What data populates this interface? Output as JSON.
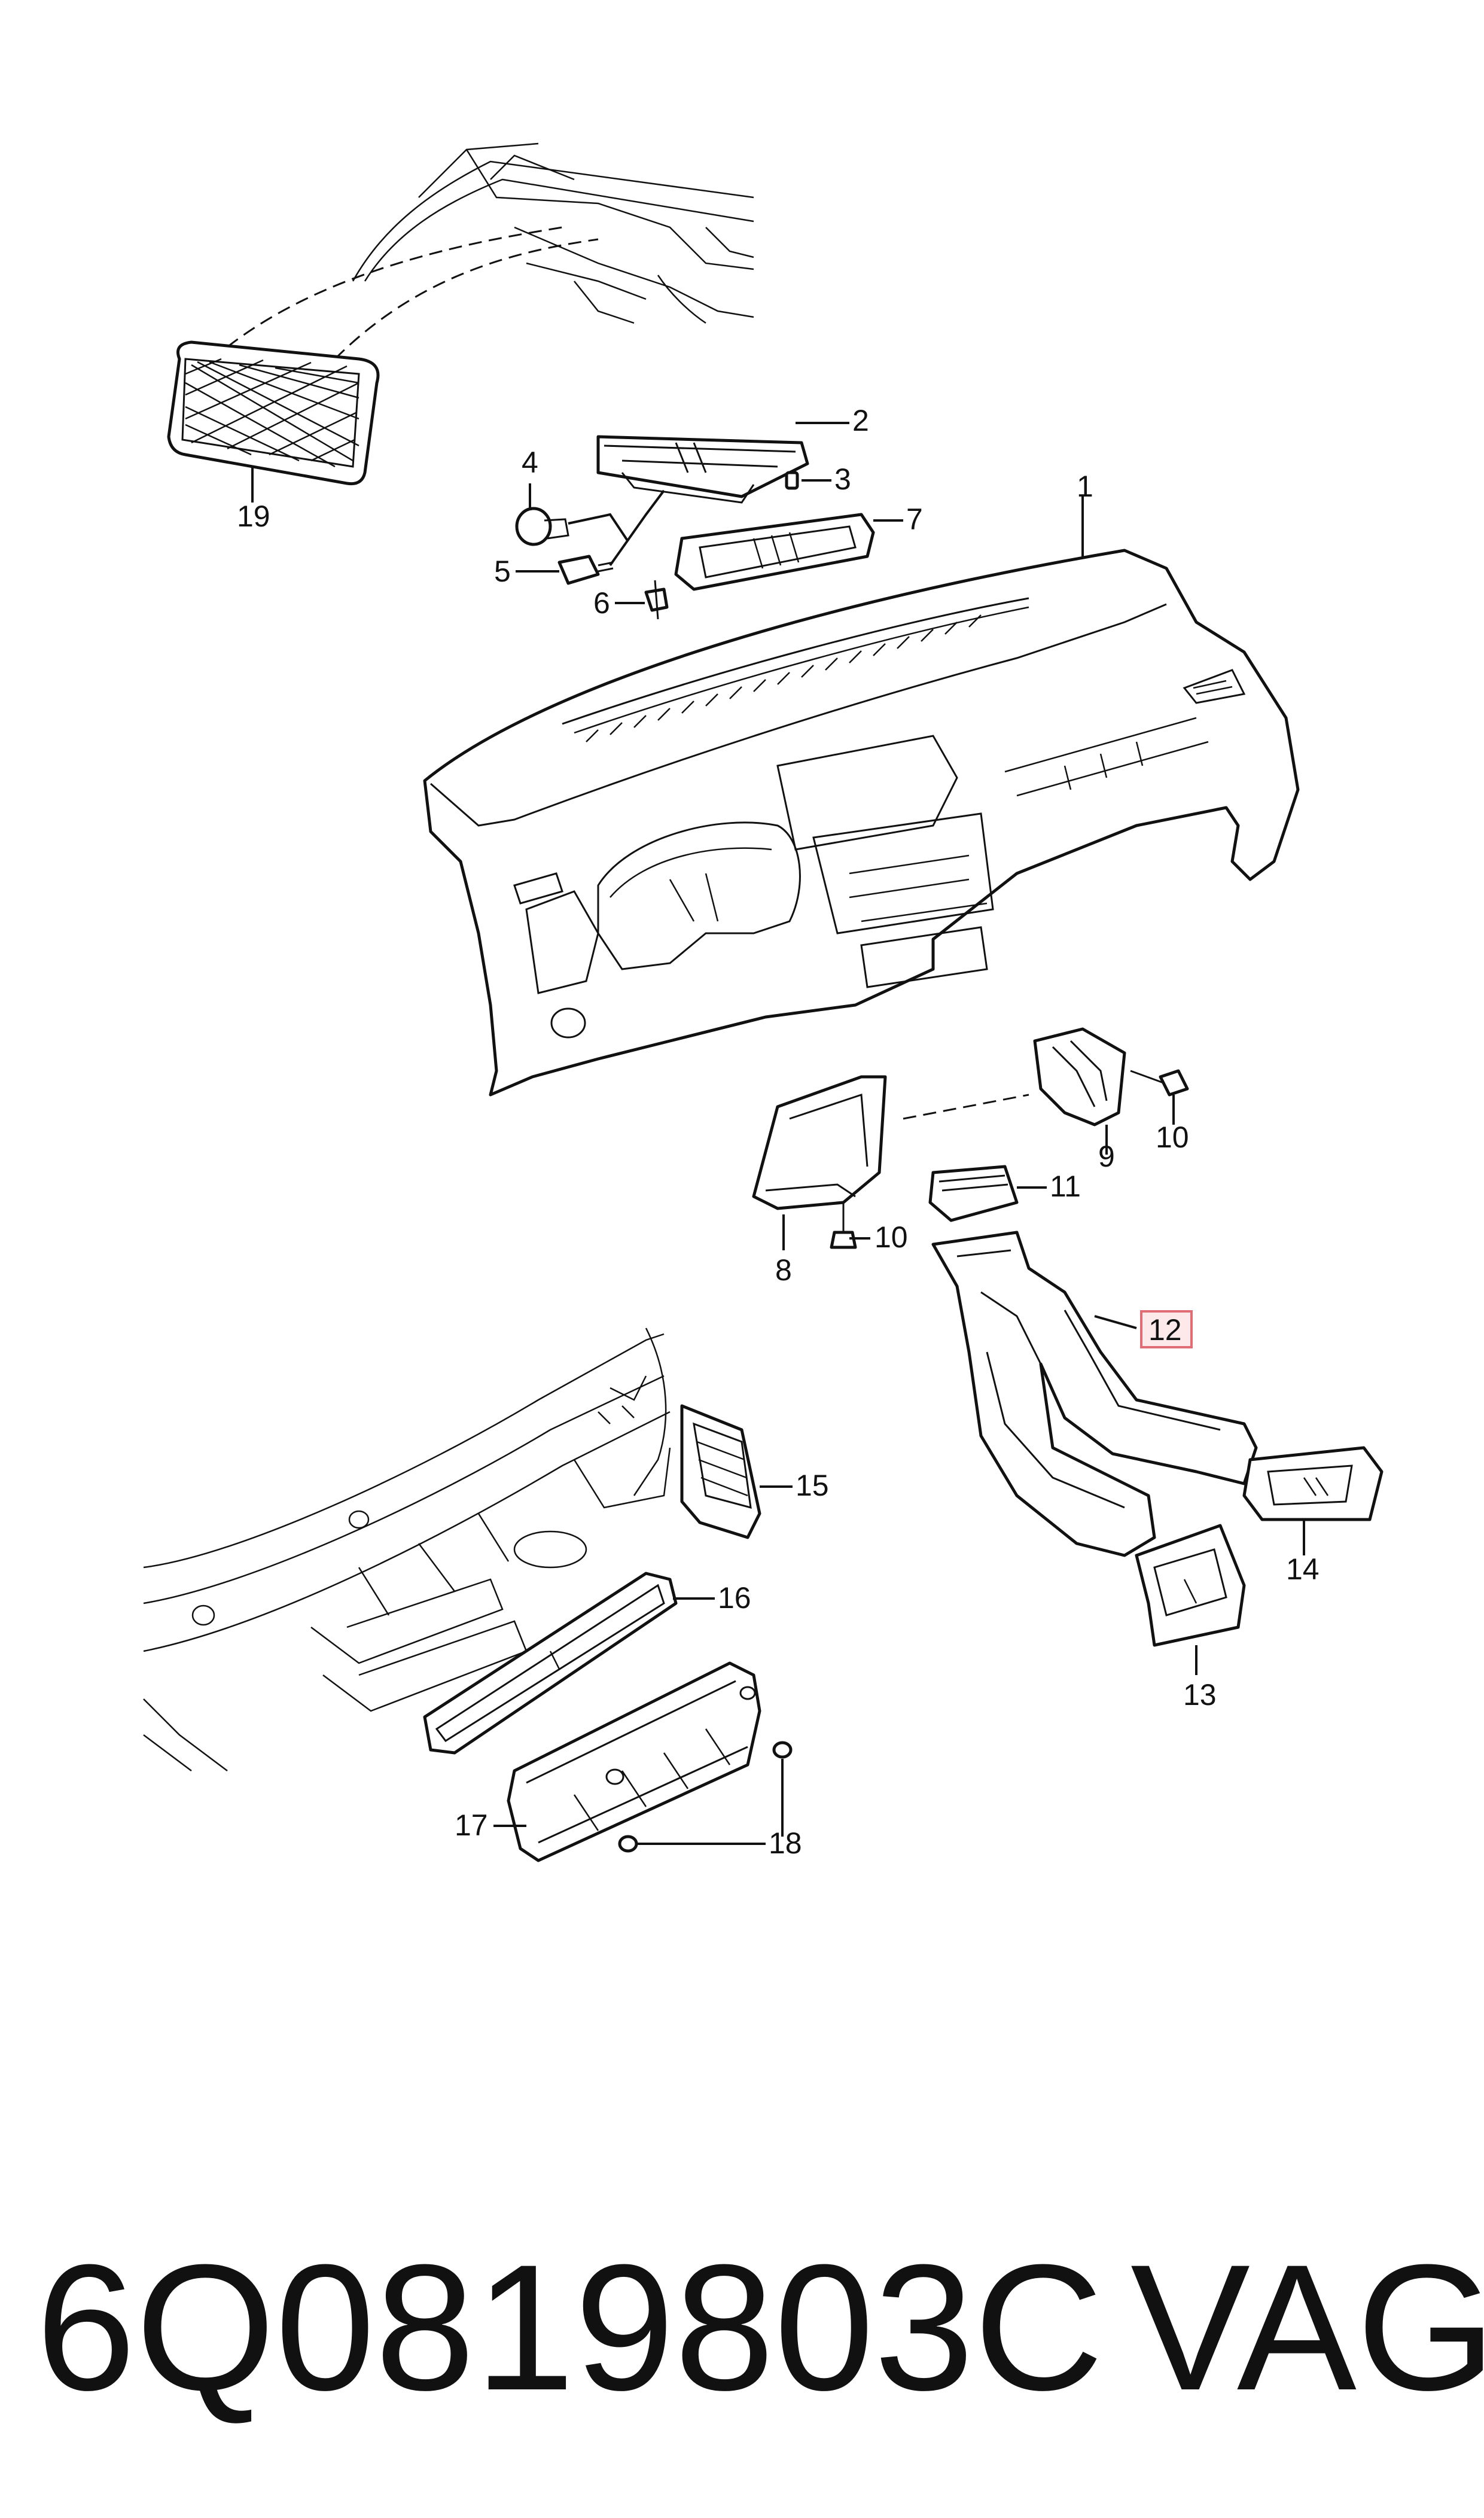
{
  "callouts": {
    "c1": "1",
    "c2": "2",
    "c3": "3",
    "c4": "4",
    "c5": "5",
    "c6": "6",
    "c7": "7",
    "c8": "8",
    "c9": "9",
    "c10a": "10",
    "c10b": "10",
    "c11": "11",
    "c12": "12",
    "c13": "13",
    "c14": "14",
    "c15": "15",
    "c16": "16",
    "c17": "17",
    "c18": "18",
    "c19": "19"
  },
  "highlight": {
    "callout": "12",
    "box_color": "#e06c75",
    "box_fill": "#fde8ea"
  },
  "footer": {
    "part_number": "6Q0819803C",
    "brand": "VAG"
  }
}
